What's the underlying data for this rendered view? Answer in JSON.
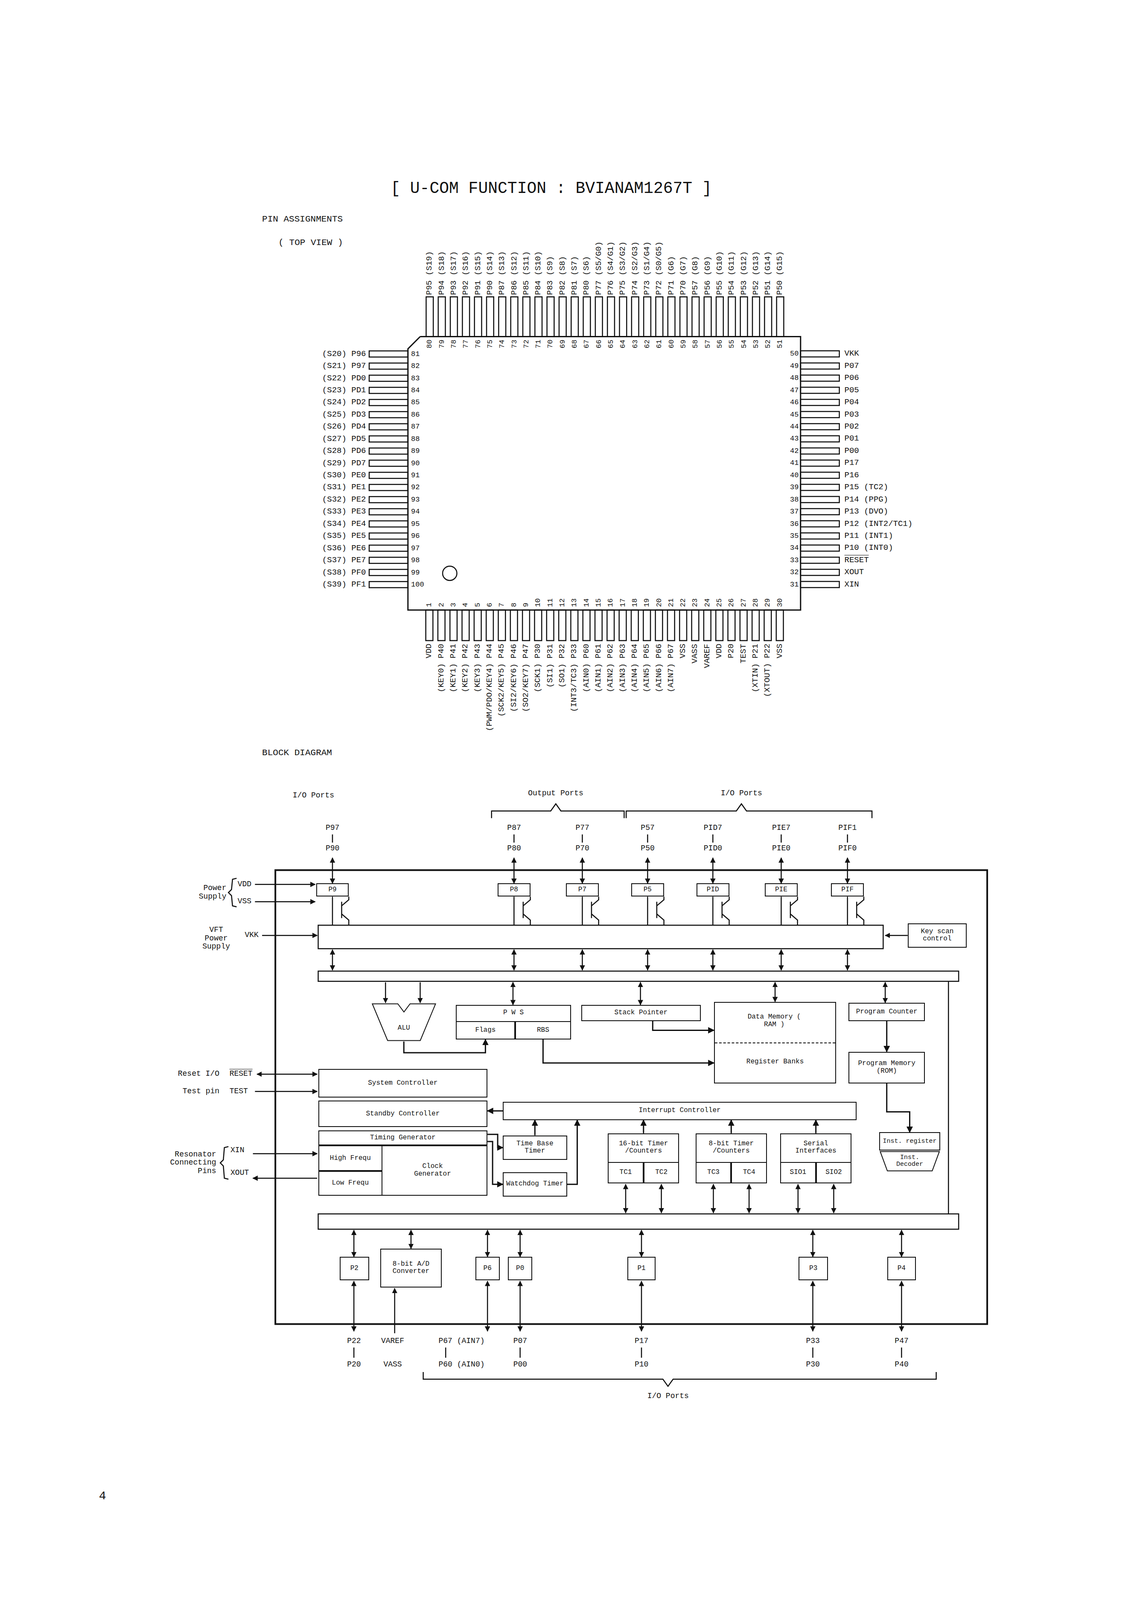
{
  "diagram": {
    "title": "[ U-COM FUNCTION : BVIANAM1267T ]",
    "nodes": [
      {
        "text": [
          "P9"
        ]
      },
      {
        "text": [
          "P8"
        ]
      },
      {
        "text": [
          "P7"
        ]
      },
      {
        "text": [
          "P5"
        ]
      },
      {
        "text": [
          "PID"
        ]
      },
      {
        "text": [
          "PIE"
        ]
      },
      {
        "text": [
          "PIF"
        ]
      },
      {
        "text": [
          "Key scan control"
        ]
      },
      {
        "text": [
          "ALU"
        ]
      },
      {
        "text": [
          "P W S"
        ]
      },
      {
        "text": [
          "Flags"
        ],
        "in": 9
      },
      {
        "text": [
          "RBS"
        ],
        "in": 9
      },
      {
        "text": [
          "Stack Pointer"
        ]
      },
      {
        "text": [
          "Data Memory ( RAM )",
          "Register Banks"
        ]
      },
      {
        "text": [
          "Program Counter"
        ]
      },
      {
        "text": [
          "Program Memory (ROM)"
        ]
      },
      {
        "text": [
          "System Controller"
        ]
      },
      {
        "text": [
          "Standby Controller"
        ]
      },
      {
        "text": [
          "Interrupt Controller"
        ]
      },
      {
        "text": [
          "Timing Generator"
        ]
      },
      {
        "text": [
          "Clock Generator"
        ]
      },
      {
        "text": [
          "High Frequ"
        ],
        "in": 20
      },
      {
        "text": [
          "Low Frequ"
        ],
        "in": 20
      },
      {
        "text": [
          "Time Base Timer"
        ]
      },
      {
        "text": [
          "16-bit Timer /Counters"
        ]
      },
      {
        "text": [
          "TC1"
        ],
        "in": 24
      },
      {
        "text": [
          "TC2"
        ],
        "in": 24
      },
      {
        "text": [
          "8-bit Timer /Counters"
        ]
      },
      {
        "text": [
          "TC3"
        ],
        "in": 27
      },
      {
        "text": [
          "TC4"
        ],
        "in": 27
      },
      {
        "text": [
          "Serial Interfaces"
        ]
      },
      {
        "text": [
          "SIO1"
        ],
        "in": 30
      },
      {
        "text": [
          "SIO2"
        ],
        "in": 30
      },
      {
        "text": [
          "Inst. register"
        ]
      },
      {
        "text": [
          "Inst. Decoder"
        ]
      },
      {
        "text": [
          "Watchdog Timer"
        ]
      },
      {
        "text": [
          "P2"
        ]
      },
      {
        "text": [
          "8-bit A/D Converter"
        ]
      },
      {
        "text": [
          "P6"
        ]
      },
      {
        "text": [
          "P0"
        ]
      },
      {
        "text": [
          "P1"
        ]
      },
      {
        "text": [
          "P3"
        ]
      },
      {
        "text": [
          "P4"
        ]
      }
    ],
    "edges": [
      {
        "from": 8,
        "to": 10,
        "arrow": "to"
      },
      {
        "from": 11,
        "to": 13,
        "arrow": "to"
      },
      {
        "from": 12,
        "to": 13,
        "arrow": "to"
      },
      {
        "from": 14,
        "to": 15,
        "arrow": "to"
      },
      {
        "from": 15,
        "to": 33,
        "arrow": "to"
      },
      {
        "from": 19,
        "to": 23,
        "arrow": "to"
      },
      {
        "from": 19,
        "to": 35,
        "arrow": "to"
      },
      {
        "from": 23,
        "to": 18,
        "arrow": "to"
      },
      {
        "from": 35,
        "to": 18,
        "arrow": "to"
      },
      {
        "from": 24,
        "to": 18,
        "arrow": "to"
      },
      {
        "from": 27,
        "to": 18,
        "arrow": "to"
      },
      {
        "from": 30,
        "to": 18,
        "arrow": "to"
      },
      {
        "from": 18,
        "to": 17,
        "arrow": "to"
      }
    ],
    "labels": [
      "PIN ASSIGNMENTS",
      "( TOP VIEW )",
      "VDD",
      "(KEY0) P40",
      "(KEY1) P41",
      "(KEY2) P42",
      "(KEY3) P43",
      "(PWM/PDO/KEY4) P44",
      "(SCK2/KEY5) P45",
      "(SI2/KEY6) P46",
      "(SO2/KEY7) P47",
      "(SCK1) P30",
      "(SI1) P31",
      "(SO1) P32",
      "(INT3/TC3) P33",
      "(AIN0) P60",
      "(AIN1) P61",
      "(AIN2) P62",
      "(AIN3) P63",
      "(AIN4) P64",
      "(AIN5) P65",
      "(AIN6) P66",
      "(AIN7) P67",
      "VSS",
      "VASS",
      "VAREF",
      "VDD",
      "P20",
      "TEST",
      "(XTIN) P21",
      "(XTOUT) P22",
      "VSS",
      "XIN",
      "XOUT",
      "RESET",
      "P10 (INT0)",
      "P11 (INT1)",
      "P12 (INT2/TC1)",
      "P13 (DVO)",
      "P14 (PPG)",
      "P15 (TC2)",
      "P16",
      "P17",
      "P00",
      "P01",
      "P02",
      "P03",
      "P04",
      "P05",
      "P06",
      "P07",
      "VKK",
      "P50 (G15)",
      "P51 (G14)",
      "P52 (G13)",
      "P53 (G12)",
      "P54 (G11)",
      "P55 (G10)",
      "P56 (G9)",
      "P57 (G8)",
      "P70 (G7)",
      "P71 (G6)",
      "P72 (S0/G5)",
      "P73 (S1/G4)",
      "P74 (S2/G3)",
      "P75 (S3/G2)",
      "P76 (S4/G1)",
      "P77 (S5/G0)",
      "P80 (S6)",
      "P81 (S7)",
      "P82 (S8)",
      "P83 (S9)",
      "P84 (S10)",
      "P85 (S11)",
      "P86 (S12)",
      "P87 (S13)",
      "P90 (S14)",
      "P91 (S15)",
      "P92 (S16)",
      "P93 (S17)",
      "P94 (S18)",
      "P95 (S19)",
      "(S20) P96",
      "(S21) P97",
      "(S22) PD0",
      "(S23) PD1",
      "(S24) PD2",
      "(S25) PD3",
      "(S26) PD4",
      "(S27) PD5",
      "(S28) PD6",
      "(S29) PD7",
      "(S30) PE0",
      "(S31) PE1",
      "(S32) PE2",
      "(S33) PE3",
      "(S34) PE4",
      "(S35) PE5",
      "(S36) PE6",
      "(S37) PE7",
      "(S38) PF0",
      "(S39) PF1",
      "1",
      "2",
      "3",
      "4",
      "5",
      "6",
      "7",
      "8",
      "9",
      "10",
      "11",
      "12",
      "13",
      "14",
      "15",
      "16",
      "17",
      "18",
      "19",
      "20",
      "21",
      "22",
      "23",
      "24",
      "25",
      "26",
      "27",
      "28",
      "29",
      "30",
      "31",
      "32",
      "33",
      "34",
      "35",
      "36",
      "37",
      "38",
      "39",
      "40",
      "41",
      "42",
      "43",
      "44",
      "45",
      "46",
      "47",
      "48",
      "49",
      "50",
      "51",
      "52",
      "53",
      "54",
      "55",
      "56",
      "57",
      "58",
      "59",
      "60",
      "61",
      "62",
      "63",
      "64",
      "65",
      "66",
      "67",
      "68",
      "69",
      "70",
      "71",
      "72",
      "73",
      "74",
      "75",
      "76",
      "77",
      "78",
      "79",
      "80",
      "81",
      "82",
      "83",
      "84",
      "85",
      "86",
      "87",
      "88",
      "89",
      "90",
      "91",
      "92",
      "93",
      "94",
      "95",
      "96",
      "97",
      "98",
      "99",
      "100",
      "BLOCK DIAGRAM",
      "I/O Ports",
      "Output Ports",
      "I/O Ports",
      "P97",
      "P90",
      "P87",
      "P80",
      "P77",
      "P70",
      "P57",
      "P50",
      "PID7",
      "PID0",
      "PIE7",
      "PIE0",
      "PIF1",
      "PIF0",
      "Power Supply",
      "VDD",
      "VSS",
      "VFT Power Supply",
      "VKK",
      "Reset I/O",
      "RESET",
      "Test pin",
      "TEST",
      "Resonator Connecting Pins",
      "XIN",
      "XOUT",
      "P22",
      "P20",
      "VAREF",
      "VASS",
      "P67 (AIN7)",
      "P60 (AIN0)",
      "P07",
      "P00",
      "P17",
      "P10",
      "P33",
      "P30",
      "P47",
      "P40",
      "I/O Ports",
      "4"
    ]
  }
}
